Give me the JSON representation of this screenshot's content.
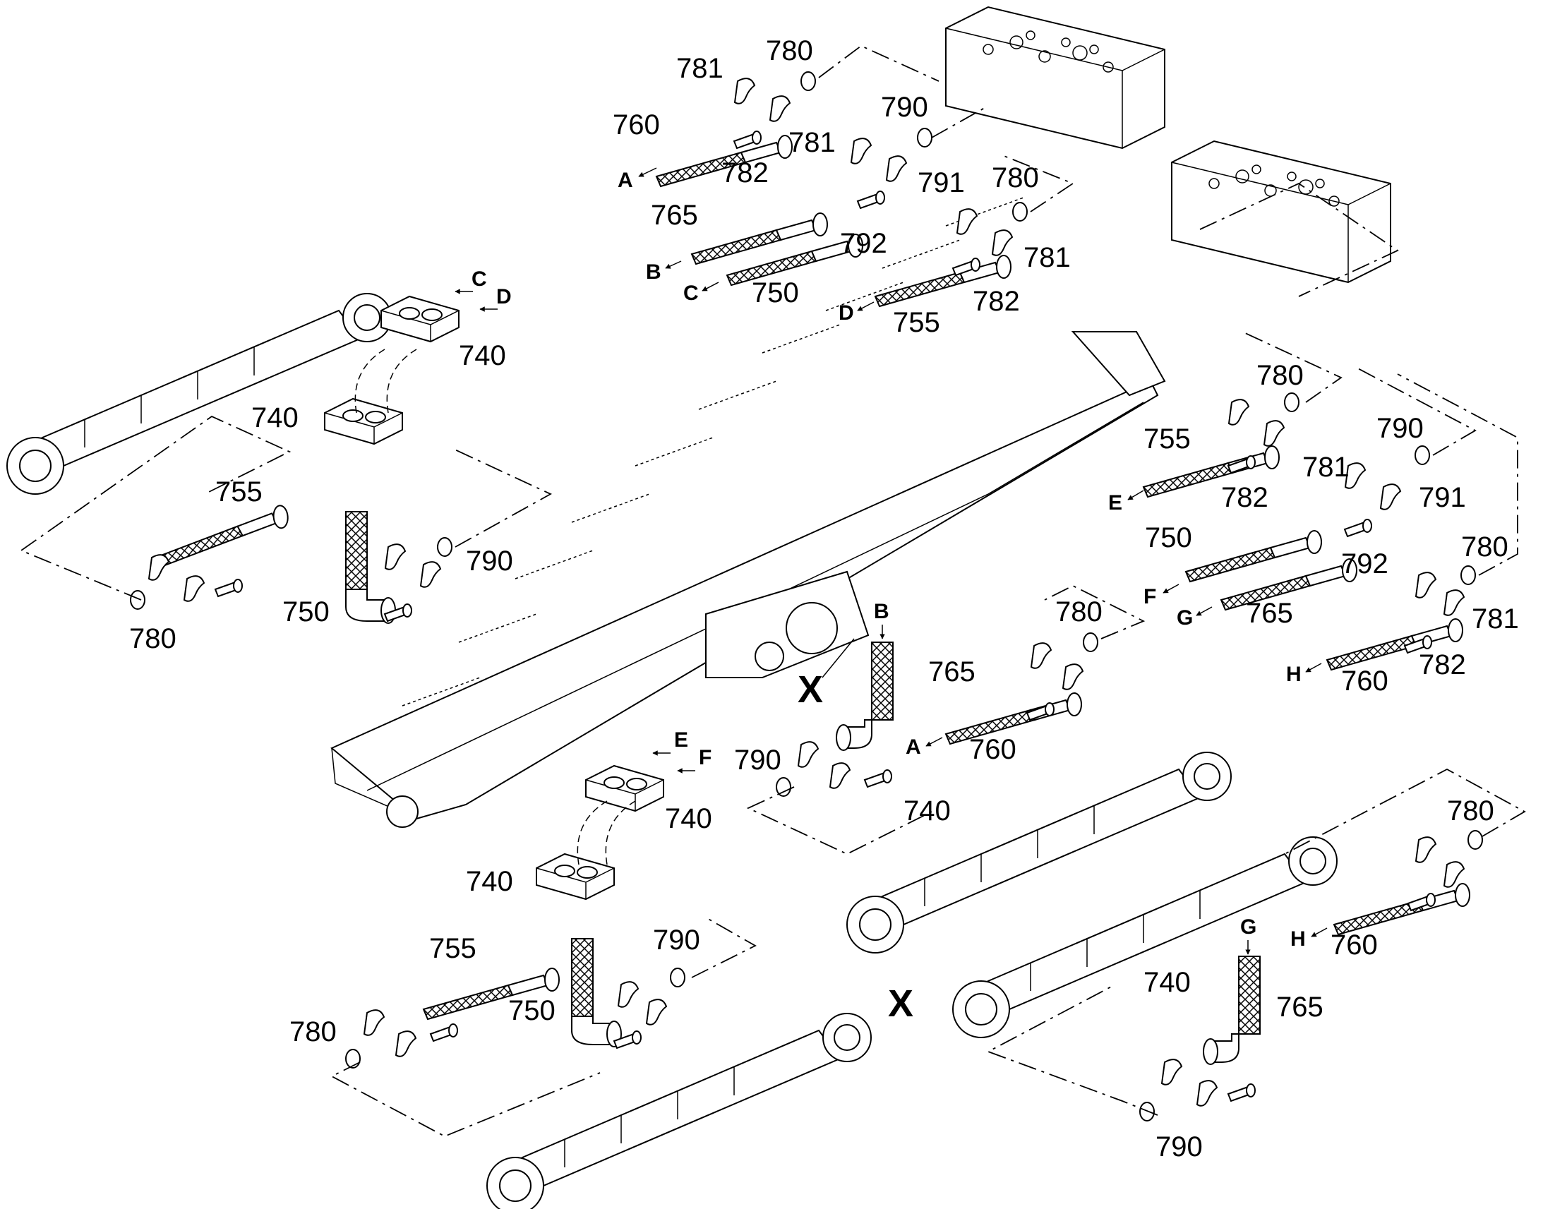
{
  "labels": {
    "l780_1": "780",
    "l781_1": "781",
    "l760_1": "760",
    "l781_2": "781",
    "l790_1": "790",
    "l782_1": "782",
    "l791_1": "791",
    "l780_2": "780",
    "l765_1": "765",
    "l792_1": "792",
    "l750_1": "750",
    "l781_3": "781",
    "l782_2": "782",
    "l755_1": "755",
    "l740_1": "740",
    "l740_2": "740",
    "l755_2": "755",
    "l790_2": "790",
    "l750_2": "750",
    "l780_3": "780",
    "l780_4": "780",
    "l755_3": "755",
    "l782_3": "782",
    "l781_4": "781",
    "l790_3": "790",
    "l791_2": "791",
    "l750_3": "750",
    "l792_2": "792",
    "l780_5": "780",
    "l765_2": "765",
    "l781_5": "781",
    "l760_2": "760",
    "l782_4": "782",
    "l765_3": "765",
    "l780_6": "780",
    "l760_3": "760",
    "l790_4": "790",
    "l740_3": "740",
    "l740_4": "740",
    "l740_5": "740",
    "l740_6": "740",
    "l755_4": "755",
    "l790_5": "790",
    "l750_4": "750",
    "l780_7": "780",
    "l780_8": "780",
    "l760_4": "760",
    "l765_4": "765",
    "l790_6": "790"
  },
  "letters": {
    "A1": "A",
    "B1": "B",
    "C1": "C",
    "D1": "D",
    "C2": "C",
    "D2": "D",
    "E1": "E",
    "F1": "F",
    "G1": "G",
    "H1": "H",
    "B2": "B",
    "A2": "A",
    "E2": "E",
    "F2": "F",
    "H2": "H",
    "G2": "G"
  },
  "view_markers": {
    "x1": "X",
    "x2": "X"
  }
}
